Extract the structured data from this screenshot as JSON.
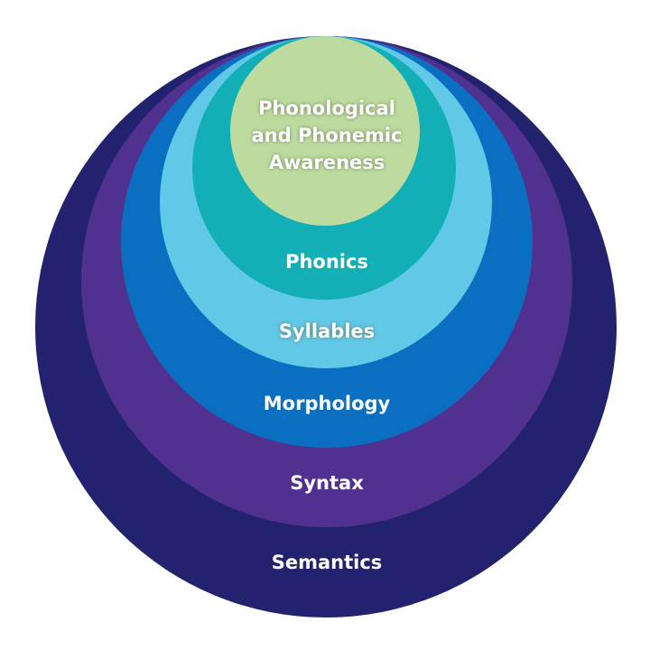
{
  "layers": [
    {
      "label": "Semantics",
      "color": "#23226e"
    },
    {
      "label": "Syntax",
      "color": "#51318f"
    },
    {
      "label": "Morphology",
      "color": "#0a6fc0"
    },
    {
      "label": "Syllables",
      "color": "#62c8e8"
    },
    {
      "label": "Phonics",
      "color": "#12b0b6"
    },
    {
      "label_lines": [
        "Phonological",
        "and Phonemic",
        "Awareness"
      ],
      "color": "#bddb9f"
    }
  ]
}
